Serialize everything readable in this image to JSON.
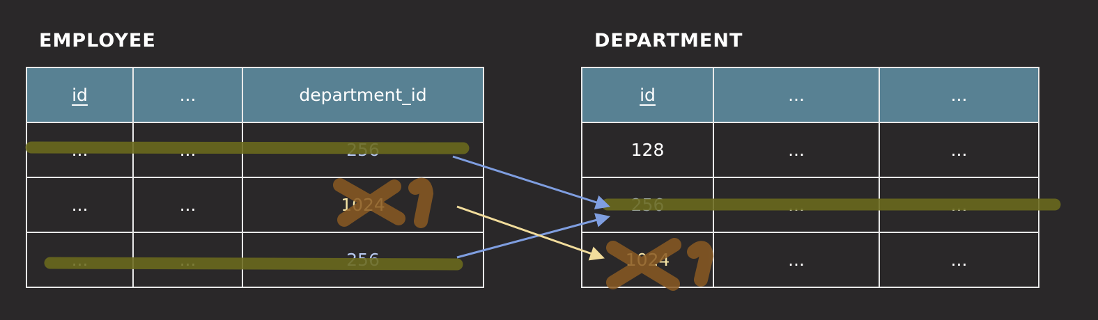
{
  "employee": {
    "title": "EMPLOYEE",
    "columns": [
      "id",
      "...",
      "department_id"
    ],
    "rows": [
      [
        "...",
        "...",
        "256"
      ],
      [
        "...",
        "...",
        "1024"
      ],
      [
        "...",
        "...",
        "256"
      ]
    ]
  },
  "department": {
    "title": "DEPARTMENT",
    "columns": [
      "id",
      "...",
      "..."
    ],
    "rows": [
      [
        "128",
        "...",
        "..."
      ],
      [
        "256",
        "...",
        "..."
      ],
      [
        "1024",
        "...",
        "..."
      ]
    ]
  },
  "colors": {
    "header_bg": "#588193",
    "highlight": "#6b6a1d",
    "arrow_blue": "#7f9ee0",
    "arrow_gold": "#f2dd9c",
    "cross": "#8a5a23"
  }
}
